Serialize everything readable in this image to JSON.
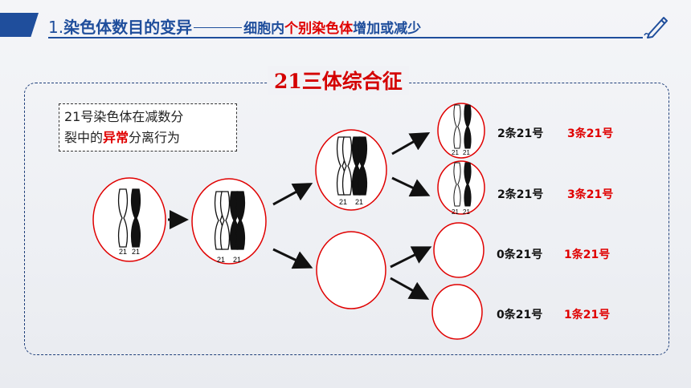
{
  "header": {
    "number": "1.",
    "title": "染色体数目的变异",
    "sub_a": "细胞内",
    "sub_b": "个别染色体",
    "sub_c": "增加或减少"
  },
  "icons": {
    "header_right": "pen-icon"
  },
  "box_title": "21三体综合征",
  "note": {
    "line1": "21号染色体在减数分",
    "line2a": "裂中的",
    "line2b": "异常",
    "line2c": "分离行为"
  },
  "chromosome_labels": [
    "21",
    "21"
  ],
  "outcomes": [
    {
      "normal": "2条21号",
      "trisomy": "3条21号"
    },
    {
      "normal": "2条21号",
      "trisomy": "3条21号"
    },
    {
      "normal": "0条21号",
      "trisomy": "1条21号"
    },
    {
      "normal": "0条21号",
      "trisomy": "1条21号"
    }
  ],
  "colors": {
    "accent": "#1f4e9c",
    "highlight": "#e00000"
  }
}
